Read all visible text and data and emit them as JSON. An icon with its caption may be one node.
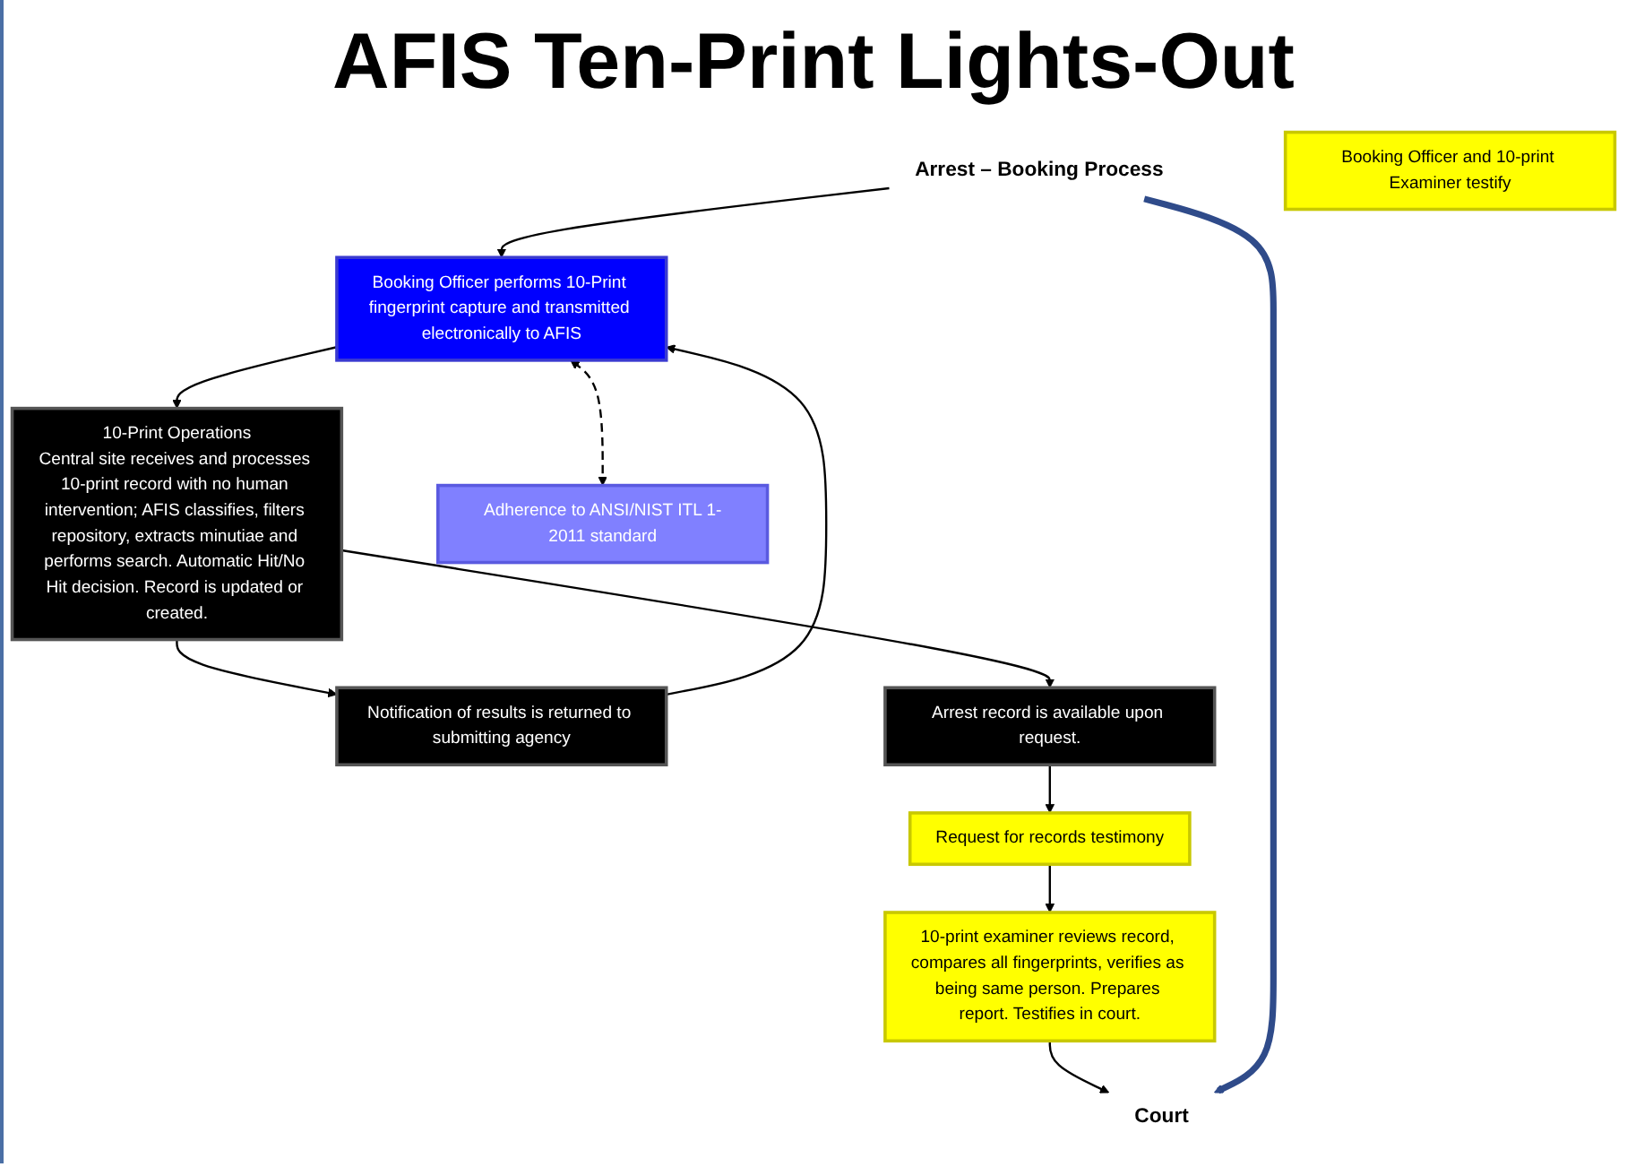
{
  "diagram": {
    "title": "AFIS Ten-Print Lights-Out",
    "nodes": [
      {
        "text": [
          "Arrest – Booking Process"
        ]
      },
      {
        "text": [
          "10-Print Operations",
          "Central site receives and processes 10-print record with no human intervention; AFIS classifies, filters repository, extracts minutiae and performs search. Automatic Hit/No Hit decision. Record is updated or created."
        ]
      },
      {
        "text": [
          "Court"
        ]
      },
      {
        "text": [
          "Booking Officer and 10-print Examiner testify"
        ]
      },
      {
        "text": [
          "Booking Officer performs 10-Print fingerprint capture and transmitted electronically to AFIS"
        ]
      },
      {
        "text": [
          "10-print examiner reviews record, compares all fingerprints, verifies as being same person. Prepares report. Testifies in court."
        ]
      },
      {
        "text": [
          "Notification of results is returned to submitting agency"
        ]
      },
      {
        "text": [
          "Arrest record is available upon request."
        ]
      },
      {
        "text": [
          "Adherence to ANSI/NIST ITL 1-2011 standard"
        ]
      },
      {
        "text": [
          "Request for records testimony"
        ]
      }
    ],
    "edges": [
      {
        "from": 0,
        "to": 4,
        "arrow": "to"
      },
      {
        "from": 4,
        "to": 1,
        "arrow": "to"
      },
      {
        "from": 1,
        "to": 6,
        "arrow": "to"
      },
      {
        "from": 6,
        "to": 4,
        "arrow": "to"
      },
      {
        "from": 1,
        "to": 7,
        "arrow": "to"
      },
      {
        "from": 4,
        "to": 8,
        "arrow": "both",
        "style": "dashed"
      },
      {
        "from": 7,
        "to": 9,
        "arrow": "to"
      },
      {
        "from": 9,
        "to": 5,
        "arrow": "to"
      },
      {
        "from": 5,
        "to": 2,
        "arrow": "to"
      },
      {
        "from": 0,
        "to": 2,
        "arrow": "to",
        "style": "thick",
        "color": "#2f4b8a"
      }
    ]
  }
}
